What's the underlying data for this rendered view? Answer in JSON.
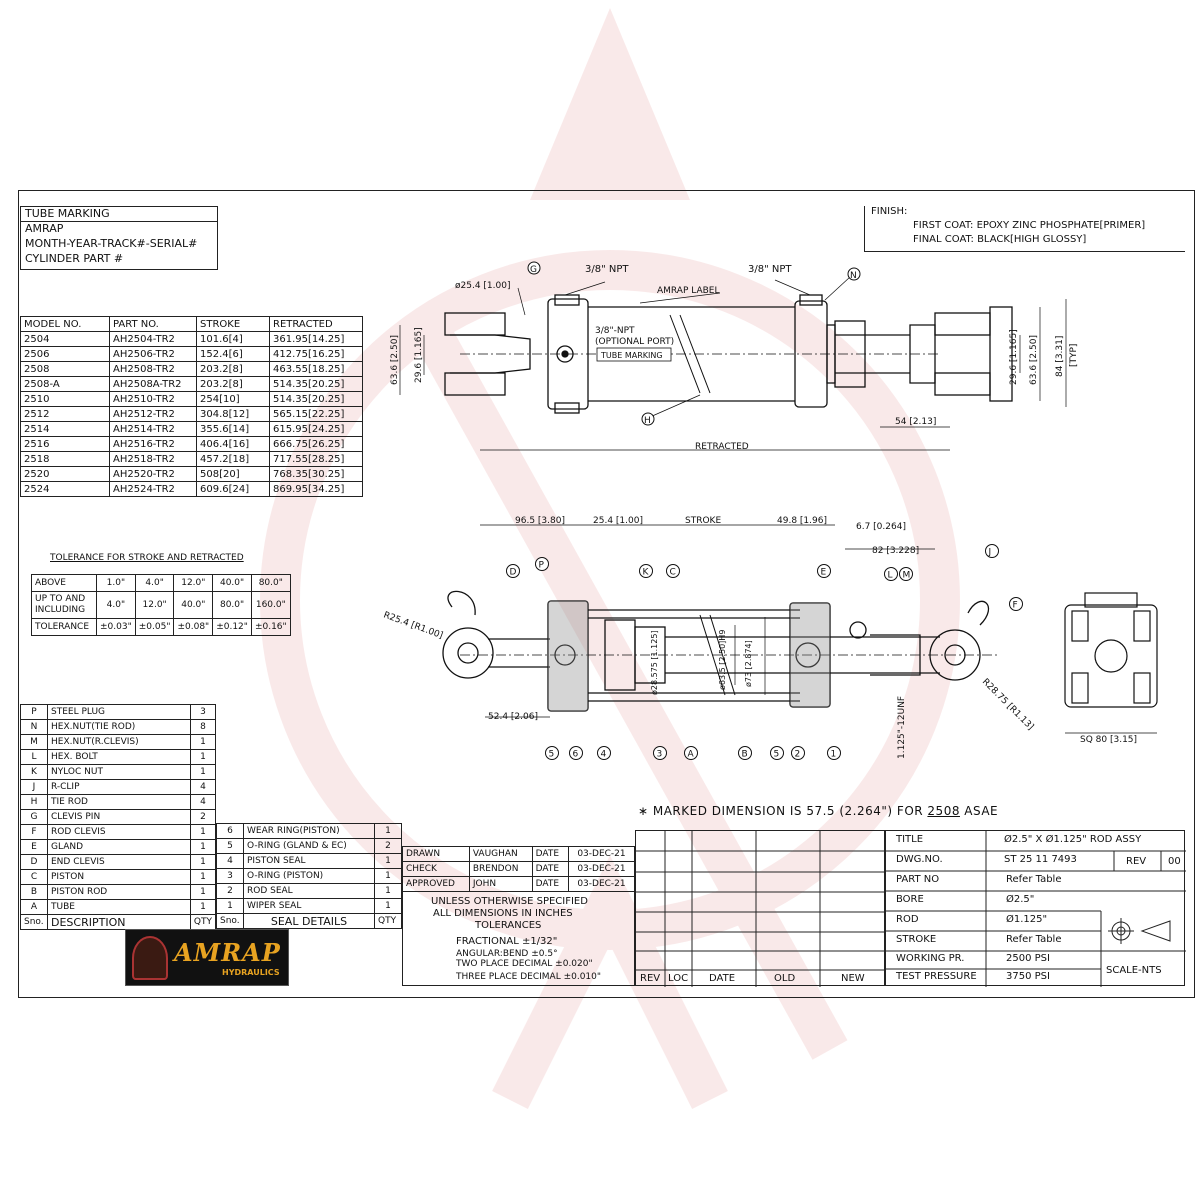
{
  "tube_marking": {
    "title": "TUBE MARKING",
    "lines": [
      "AMRAP",
      "MONTH-YEAR-TRACK#-SERIAL#",
      "CYLINDER PART #"
    ]
  },
  "finish": {
    "title": "FINISH:",
    "first_coat": "FIRST COAT:  EPOXY ZINC PHOSPHATE[PRIMER]",
    "final_coat": "FINAL COAT:  BLACK[HIGH GLOSSY]"
  },
  "model_table": {
    "headers": [
      "MODEL NO.",
      "PART NO.",
      "STROKE",
      "RETRACTED"
    ],
    "rows": [
      [
        "2504",
        "AH2504-TR2",
        "101.6[4]",
        "361.95[14.25]"
      ],
      [
        "2506",
        "AH2506-TR2",
        "152.4[6]",
        "412.75[16.25]"
      ],
      [
        "2508",
        "AH2508-TR2",
        "203.2[8]",
        "463.55[18.25]"
      ],
      [
        "2508-A",
        "AH2508A-TR2",
        "203.2[8]",
        "514.35[20.25]"
      ],
      [
        "2510",
        "AH2510-TR2",
        "254[10]",
        "514.35[20.25]"
      ],
      [
        "2512",
        "AH2512-TR2",
        "304.8[12]",
        "565.15[22.25]"
      ],
      [
        "2514",
        "AH2514-TR2",
        "355.6[14]",
        "615.95[24.25]"
      ],
      [
        "2516",
        "AH2516-TR2",
        "406.4[16]",
        "666.75[26.25]"
      ],
      [
        "2518",
        "AH2518-TR2",
        "457.2[18]",
        "717.55[28.25]"
      ],
      [
        "2520",
        "AH2520-TR2",
        "508[20]",
        "768.35[30.25]"
      ],
      [
        "2524",
        "AH2524-TR2",
        "609.6[24]",
        "869.95[34.25]"
      ]
    ]
  },
  "tolerance_table": {
    "title": "TOLERANCE FOR STROKE AND RETRACTED",
    "above_label": "ABOVE",
    "above": [
      "1.0\"",
      "4.0\"",
      "12.0\"",
      "40.0\"",
      "80.0\""
    ],
    "upto_label_1": "UP TO AND",
    "upto_label_2": "INCLUDING",
    "upto": [
      "4.0\"",
      "12.0\"",
      "40.0\"",
      "80.0\"",
      "160.0\""
    ],
    "tol_label": "TOLERANCE",
    "tol": [
      "±0.03\"",
      "±0.05\"",
      "±0.08\"",
      "±0.12\"",
      "±0.16\""
    ]
  },
  "parts_list": {
    "rows": [
      [
        "P",
        "STEEL PLUG",
        "3"
      ],
      [
        "N",
        "HEX.NUT(TIE ROD)",
        "8"
      ],
      [
        "M",
        "HEX.NUT(R.CLEVIS)",
        "1"
      ],
      [
        "L",
        "HEX. BOLT",
        "1"
      ],
      [
        "K",
        "NYLOC NUT",
        "1"
      ],
      [
        "J",
        "R-CLIP",
        "4"
      ],
      [
        "H",
        "TIE ROD",
        "4"
      ],
      [
        "G",
        "CLEVIS PIN",
        "2"
      ],
      [
        "F",
        "ROD CLEVIS",
        "1"
      ],
      [
        "E",
        "GLAND",
        "1"
      ],
      [
        "D",
        "END CLEVIS",
        "1"
      ],
      [
        "C",
        "PISTON",
        "1"
      ],
      [
        "B",
        "PISTON ROD",
        "1"
      ],
      [
        "A",
        "TUBE",
        "1"
      ]
    ],
    "header": [
      "Sno.",
      "DESCRIPTION",
      "QTY"
    ]
  },
  "seal_list": {
    "rows": [
      [
        "6",
        "WEAR RING(PISTON)",
        "1"
      ],
      [
        "5",
        "O-RING (GLAND & EC)",
        "2"
      ],
      [
        "4",
        "PISTON SEAL",
        "1"
      ],
      [
        "3",
        "O-RING (PISTON)",
        "1"
      ],
      [
        "2",
        "ROD SEAL",
        "1"
      ],
      [
        "1",
        "WIPER SEAL",
        "1"
      ]
    ],
    "header": [
      "Sno.",
      "SEAL DETAILS",
      "QTY"
    ]
  },
  "approvals": {
    "rows": [
      [
        "DRAWN",
        "VAUGHAN",
        "DATE",
        "03-DEC-21"
      ],
      [
        "CHECK",
        "BRENDON",
        "DATE",
        "03-DEC-21"
      ],
      [
        "APPROVED",
        "JOHN",
        "DATE",
        "03-DEC-21"
      ]
    ]
  },
  "notes": {
    "line1": "UNLESS OTHERWISE SPECIFIED",
    "line2": "ALL DIMENSIONS IN INCHES",
    "line3": "TOLERANCES",
    "fractional": "FRACTIONAL ±1/32\"",
    "angular": "ANGULAR:BEND ±0.5°",
    "two_place": "TWO PLACE DECIMAL ±0.020\"",
    "three_place": "THREE PLACE DECIMAL ±0.010\""
  },
  "revision_block": {
    "headers": [
      "REV",
      "LOC",
      "DATE",
      "OLD",
      "NEW"
    ]
  },
  "title_block": {
    "title_label": "TITLE",
    "title_value": "Ø2.5\" X Ø1.125\" ROD ASSY",
    "dwg_label": "DWG.NO.",
    "dwg_value": "ST 25 11 7493",
    "rev_label": "REV",
    "rev_value": "00",
    "part_label": "PART NO",
    "part_value": "Refer Table",
    "bore_label": "BORE",
    "bore_value": "Ø2.5\"",
    "rod_label": "ROD",
    "rod_value": "Ø1.125\"",
    "stroke_label": "STROKE",
    "stroke_value": "Refer Table",
    "wp_label": "WORKING PR.",
    "wp_value": "2500 PSI",
    "tp_label": "TEST PRESSURE",
    "tp_value": "3750 PSI",
    "scale": "SCALE-NTS"
  },
  "marked_note": {
    "prefix": "∗ MARKED DIMENSION IS 57.5 (2.264\") FOR ",
    "model": "2508",
    "suffix": " ASAE"
  },
  "logo": {
    "name": "AMRAP",
    "sub": "HYDRAULICS"
  },
  "view_top": {
    "pin_dia": "ø25.4 [1.00]",
    "npt_left": "3/8\" NPT",
    "npt_right": "3/8\" NPT",
    "amrap_label": "AMRAP LABEL",
    "npt_optional": "3/8\"-NPT",
    "optional_port": "(OPTIONAL PORT)",
    "tube_marking": "TUBE MARKING",
    "left_outer": "63.6 [2.50]",
    "left_inner": "29.6 [1.165]",
    "right_inner": "29.6 [1.165]",
    "right_outer": "63.6 [2.50]",
    "right_typ": "84 [3.31]",
    "typ": "[TYP]",
    "dim54": "54 [2.13]",
    "retracted": "RETRACTED"
  },
  "view_section": {
    "d1": "96.5 [3.80]",
    "d2": "25.4 [1.00]",
    "d3": "STROKE",
    "d4": "49.8 [1.96]",
    "d5": "6.7 [0.264]",
    "d6": "82 [3.228]",
    "r_left": "R25.4 [R1.00]",
    "r_right": "R28.75 [R1.13]",
    "d_bottom": "52.4 [2.06]",
    "piston_d": "ø28.575 [1.125]",
    "bore_d": "ø63.5 [2.50]H9",
    "tube_d": "ø73 [2.874]",
    "thread": "1.125\"-12UNF",
    "sq": "SQ 80 [3.15]"
  },
  "callouts_top": [
    "G",
    "N",
    "H"
  ],
  "callouts_section_top": [
    "D",
    "P",
    "K",
    "C",
    "E",
    "L",
    "M",
    "J",
    "F"
  ],
  "callouts_section_bottom": [
    "5",
    "6",
    "4",
    "3",
    "A",
    "B",
    "5",
    "2",
    "1"
  ]
}
